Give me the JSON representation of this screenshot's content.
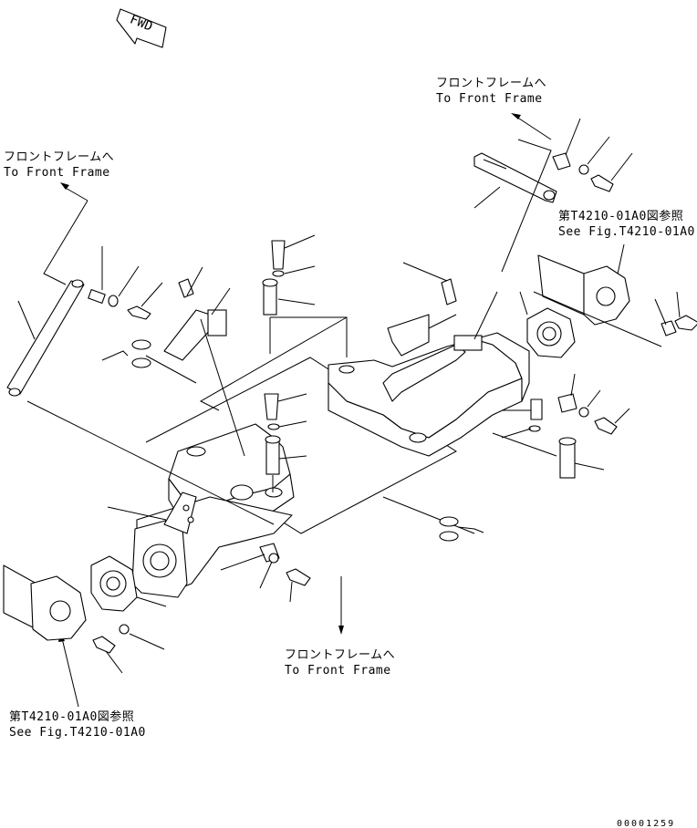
{
  "fwd_indicator": {
    "label": "FWD"
  },
  "callouts": {
    "top_right": {
      "jp": "フロントフレームへ",
      "en": "To Front Frame"
    },
    "top_left": {
      "jp": "フロントフレームへ",
      "en": "To Front Frame"
    },
    "bottom_center": {
      "jp": "フロントフレームへ",
      "en": "To Front Frame"
    }
  },
  "references": {
    "right": {
      "jp": "第T4210-01A0図参照",
      "en": "See Fig.T4210-01A0"
    },
    "left": {
      "jp": "第T4210-01A0図参照",
      "en": "See Fig.T4210-01A0"
    }
  },
  "drawing_number": "00001259"
}
